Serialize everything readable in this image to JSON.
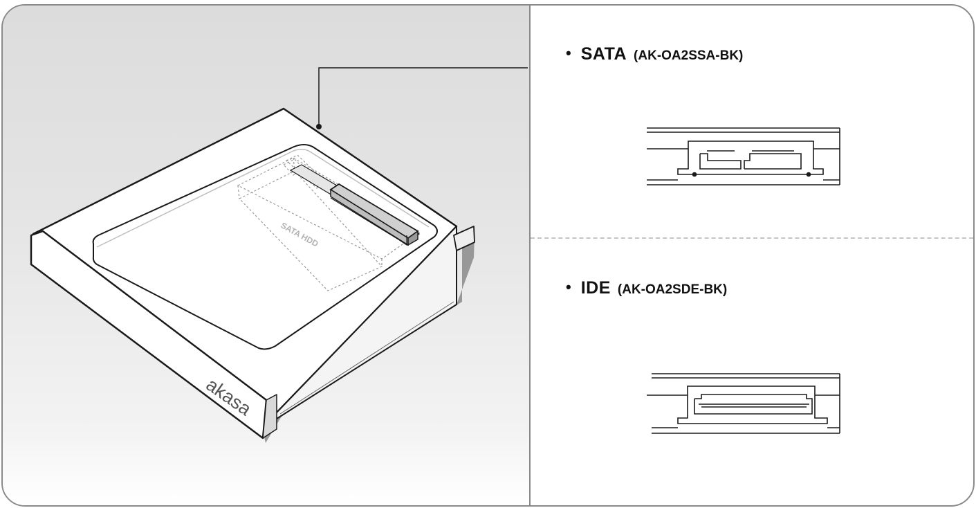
{
  "device": {
    "brand_label": "akasa",
    "bay_label": "SATA HDD"
  },
  "options": [
    {
      "bullet": "•",
      "name": "SATA",
      "code": "(AK-OA2SSA-BK)"
    },
    {
      "bullet": "•",
      "name": "IDE",
      "code": "(AK-OA2SDE-BK)"
    }
  ],
  "colors": {
    "stroke": "#1a1a1a",
    "frame_border": "#8a8a8a",
    "panel_gray": "#dcdcdc",
    "dashed_divider": "#c4c4c4",
    "connector_fill": "#e8e8e8"
  }
}
